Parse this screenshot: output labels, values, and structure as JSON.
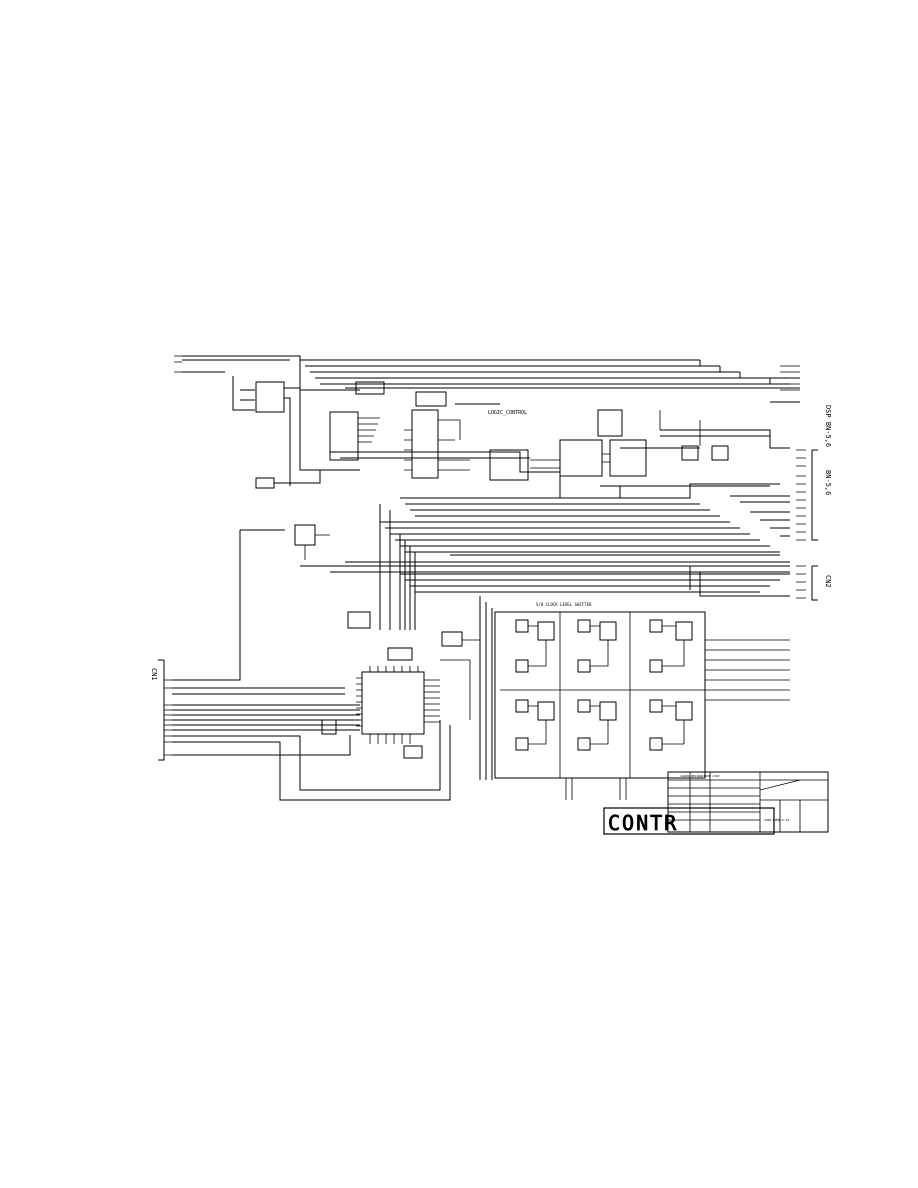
{
  "sheet": {
    "blocks": {
      "logic_control": "LOGIC_CONTROL",
      "clock_shifter": "S/H CLOCK LEVEL SHIFTER"
    },
    "side_connectors": {
      "right_top": "DSP BN-5,6",
      "right_mid": "BN-5,6",
      "right_low": "CN2",
      "left": "CN1"
    },
    "title_block": {
      "stamp": "CONTR",
      "table_header": "JAPAN DESIGNATION LIST",
      "drawing_number": "J006-DPMB/2-03"
    }
  }
}
